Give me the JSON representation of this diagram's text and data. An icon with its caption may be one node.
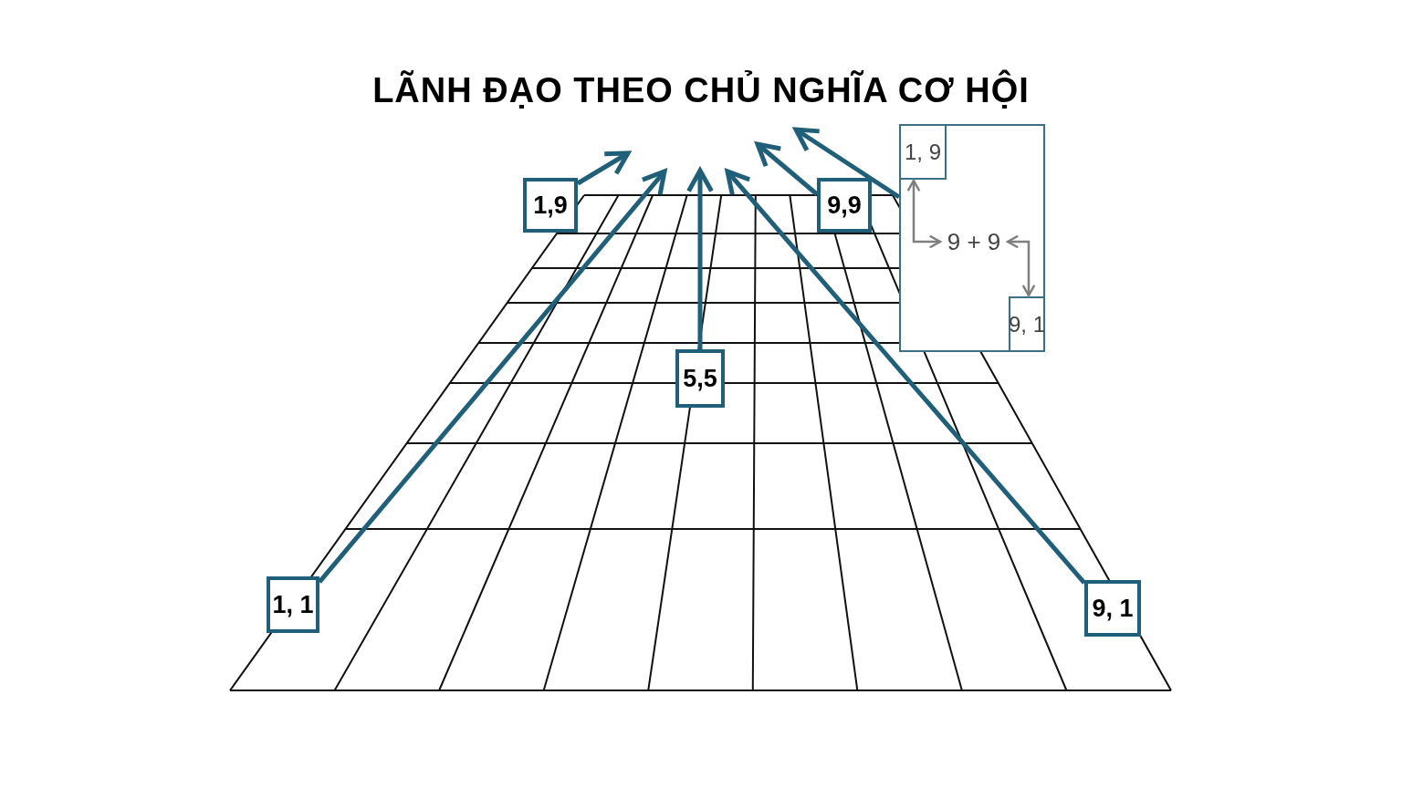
{
  "diagram": {
    "title": "LÃNH ĐẠO THEO CHỦ NGHĨA CƠ HỘI",
    "nodes": [
      {
        "text": [
          "1,9"
        ]
      },
      {
        "text": [
          "9,9"
        ]
      },
      {
        "text": [
          "5,5"
        ]
      },
      {
        "text": [
          "1, 1"
        ]
      },
      {
        "text": [
          "9, 1"
        ]
      },
      {
        "text": [],
        "shape": "box"
      },
      {
        "text": [
          "1, 9"
        ],
        "in": 5
      },
      {
        "text": [
          "9 + 9"
        ],
        "in": 5
      },
      {
        "text": [
          "9, 1"
        ],
        "in": 5
      }
    ],
    "edges": [
      {
        "from": 0,
        "to": null,
        "arrow": "to"
      },
      {
        "from": 1,
        "to": null,
        "arrow": "to"
      },
      {
        "from": 2,
        "to": null,
        "arrow": "to"
      },
      {
        "from": 3,
        "to": null,
        "arrow": "to"
      },
      {
        "from": 4,
        "to": null,
        "arrow": "to"
      },
      {
        "from": 5,
        "to": null,
        "arrow": "to"
      },
      {
        "from": 6,
        "to": 7,
        "arrow": "both",
        "color": "#7f7f7f"
      },
      {
        "from": 8,
        "to": 7,
        "arrow": "both",
        "color": "#7f7f7f"
      }
    ]
  }
}
